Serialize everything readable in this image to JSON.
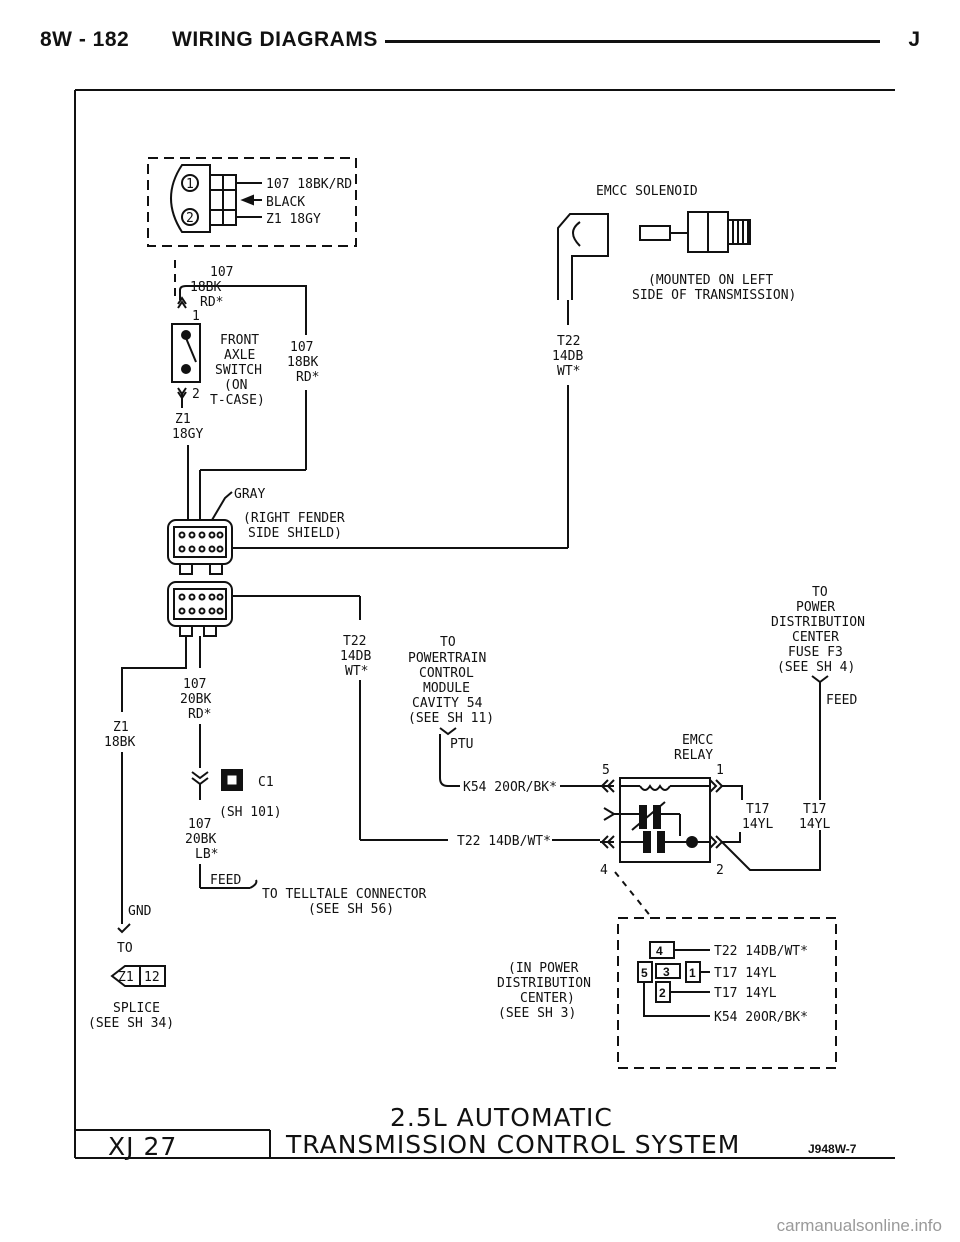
{
  "header": {
    "page": "8W - 182",
    "title": "WIRING DIAGRAMS",
    "mark": "J"
  },
  "connector_top": {
    "pin1": "1",
    "pin2": "2",
    "w1": "107 18BK/RD",
    "w_black": "BLACK",
    "w2": "Z1 18GY"
  },
  "wire_107a": {
    "circuit": "107",
    "gauge": "18BK",
    "tracer": "RD*"
  },
  "front_axle_switch": {
    "pin1": "1",
    "pin2": "2",
    "l1": "FRONT",
    "l2": "AXLE",
    "l3": "SWITCH",
    "l4": "(ON",
    "l5": "T-CASE)"
  },
  "wire_107b": {
    "circuit": "107",
    "gauge": "18BK",
    "tracer": "RD*"
  },
  "wire_z1a": {
    "circuit": "Z1",
    "gauge": "18GY"
  },
  "emcc_solenoid": {
    "label": "EMCC SOLENOID",
    "m1": "(MOUNTED ON LEFT",
    "m2": "SIDE OF TRANSMISSION)"
  },
  "wire_t22a": {
    "circuit": "T22",
    "gauge": "14DB",
    "tracer": "WT*"
  },
  "gray_connector": {
    "color": "GRAY",
    "l1": "(RIGHT FENDER",
    "l2": "SIDE SHIELD)"
  },
  "wire_t22b": {
    "circuit": "T22",
    "gauge": "14DB",
    "tracer": "WT*"
  },
  "pcm": {
    "l1": "TO",
    "l2": "POWERTRAIN",
    "l3": "CONTROL",
    "l4": "MODULE",
    "l5": "CAVITY 54",
    "l6": "(SEE SH 11)"
  },
  "pdc_fuse": {
    "l1": "TO",
    "l2": "POWER",
    "l3": "DISTRIBUTION",
    "l4": "CENTER",
    "l5": "FUSE F3",
    "l6": "(SEE SH 4)",
    "feed": "FEED"
  },
  "wire_107c": {
    "circuit": "107",
    "gauge": "20BK",
    "tracer": "RD*"
  },
  "wire_z1b": {
    "circuit": "Z1",
    "gauge": "18BK"
  },
  "c1": {
    "label": "C1",
    "ref": "(SH 101)"
  },
  "wire_107d": {
    "circuit": "107",
    "gauge": "20BK",
    "tracer": "LB*"
  },
  "ptu": "PTU",
  "emcc_relay": {
    "l1": "EMCC",
    "l2": "RELAY",
    "p5": "5",
    "p1": "1",
    "p4": "4",
    "p2": "2"
  },
  "wire_k54": "K54 20OR/BK*",
  "wire_t22c": "T22 14DB/WT*",
  "wire_t17a": {
    "circuit": "T17",
    "gauge": "14YL"
  },
  "wire_t17b": {
    "circuit": "T17",
    "gauge": "14YL"
  },
  "telltale": {
    "feed": "FEED",
    "l1": "TO TELLTALE CONNECTOR",
    "l2": "(SEE SH 56)"
  },
  "gnd": "GND",
  "splice": {
    "to": "TO",
    "code": "Z1",
    "num": "12",
    "l1": "SPLICE",
    "l2": "(SEE SH 34)"
  },
  "pdc_location": {
    "l1": "(IN POWER",
    "l2": "DISTRIBUTION",
    "l3": "CENTER)",
    "l4": "(SEE SH 3)"
  },
  "relay_pinout": {
    "p4": "4",
    "p5": "5",
    "p3": "3",
    "p1": "1",
    "p2": "2",
    "w4": "T22 14DB/WT*",
    "w1": "T17 14YL",
    "w2": "T17 14YL",
    "w3": "K54 20OR/BK*"
  },
  "footer": {
    "code": "XJ 27",
    "t1": "2.5L AUTOMATIC",
    "t2": "TRANSMISSION CONTROL SYSTEM",
    "ref": "J948W-7"
  },
  "watermark": "carmanualsonline.info"
}
